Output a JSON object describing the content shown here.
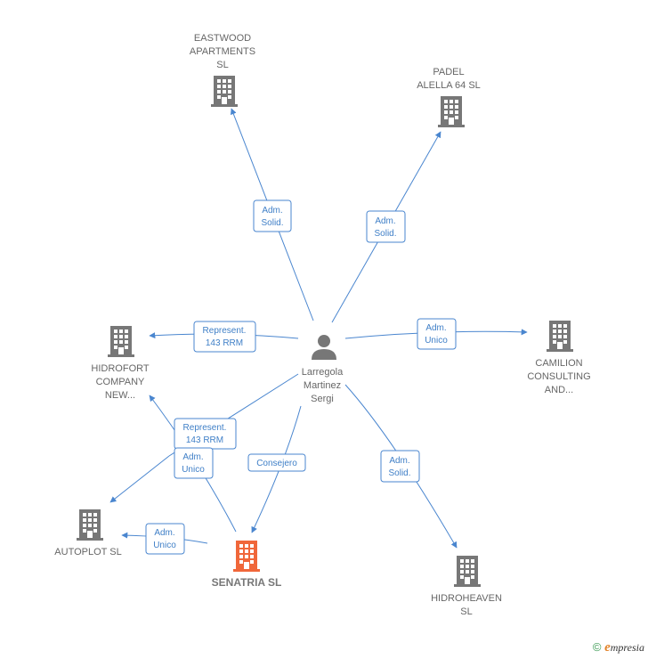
{
  "colors": {
    "edge": "#4a86cf",
    "building": "#777777",
    "focus": "#f0673a",
    "person": "#777777"
  },
  "center": {
    "lines": [
      "Larregola",
      "Martinez",
      "Sergi"
    ],
    "icon": "person-icon"
  },
  "companies": [
    {
      "id": "eastwood",
      "lines": [
        "EASTWOOD",
        "APARTMENTS",
        "SL"
      ]
    },
    {
      "id": "padel",
      "lines": [
        "PADEL",
        "ALELLA 64  SL"
      ]
    },
    {
      "id": "hidrofort",
      "lines": [
        "HIDROFORT",
        "COMPANY",
        "NEW..."
      ]
    },
    {
      "id": "camilion",
      "lines": [
        "CAMILION",
        "CONSULTING",
        "AND..."
      ]
    },
    {
      "id": "autoplot",
      "lines": [
        "AUTOPLOT SL"
      ]
    },
    {
      "id": "senatria",
      "lines": [
        "SENATRIA  SL"
      ],
      "focus": true
    },
    {
      "id": "hidroheaven",
      "lines": [
        "HIDROHEAVEN",
        "SL"
      ]
    }
  ],
  "relations": [
    {
      "id": "eastwood",
      "lines": [
        "Adm.",
        "Solid."
      ]
    },
    {
      "id": "padel",
      "lines": [
        "Adm.",
        "Solid."
      ]
    },
    {
      "id": "hidrofort",
      "lines": [
        "Represent.",
        "143 RRM"
      ]
    },
    {
      "id": "camilion",
      "lines": [
        "Adm.",
        "Unico"
      ]
    },
    {
      "id": "hidroheaven",
      "lines": [
        "Adm.",
        "Solid."
      ]
    },
    {
      "id": "senatria",
      "lines": [
        "Consejero"
      ]
    },
    {
      "id": "sen-hidrofort",
      "lines": [
        "Represent.",
        "143 RRM"
      ]
    },
    {
      "id": "sen-autoplot-1",
      "lines": [
        "Adm.",
        "Unico"
      ]
    },
    {
      "id": "sen-autoplot-2",
      "lines": [
        "Adm.",
        "Unico"
      ]
    }
  ],
  "copyright": {
    "symbol": "©",
    "brand_first": "e",
    "brand_rest": "mpresia"
  }
}
